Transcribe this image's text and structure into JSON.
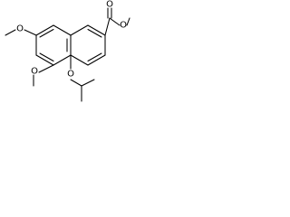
{
  "molecule": {
    "atom_labels": {
      "ester_carbonyl_oxygen": "O",
      "ester_ether_oxygen": "O",
      "methoxy_top_oxygen": "O",
      "methoxy_bottom_oxygen": "O",
      "isopropoxy_oxygen": "O"
    }
  }
}
